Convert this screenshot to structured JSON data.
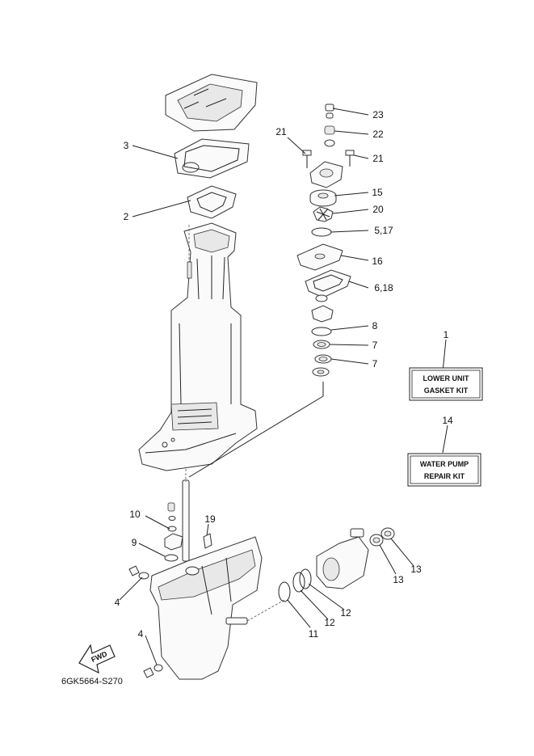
{
  "callouts": {
    "c1": "1",
    "c2": "2",
    "c3": "3",
    "c4a": "4",
    "c4b": "4",
    "c5_17": "5,17",
    "c6_18": "6,18",
    "c7a": "7",
    "c7b": "7",
    "c8": "8",
    "c9": "9",
    "c10": "10",
    "c11": "11",
    "c12a": "12",
    "c12b": "12",
    "c13a": "13",
    "c13b": "13",
    "c14": "14",
    "c15": "15",
    "c16": "16",
    "c19": "19",
    "c20": "20",
    "c21a": "21",
    "c21b": "21",
    "c22": "22",
    "c23": "23"
  },
  "kits": {
    "lower_unit_line1": "LOWER UNIT",
    "lower_unit_line2": "GASKET KIT",
    "water_pump_line1": "WATER PUMP",
    "water_pump_line2": "REPAIR KIT"
  },
  "fwd": "FWD",
  "drawing_code": "6GK5664-S270"
}
